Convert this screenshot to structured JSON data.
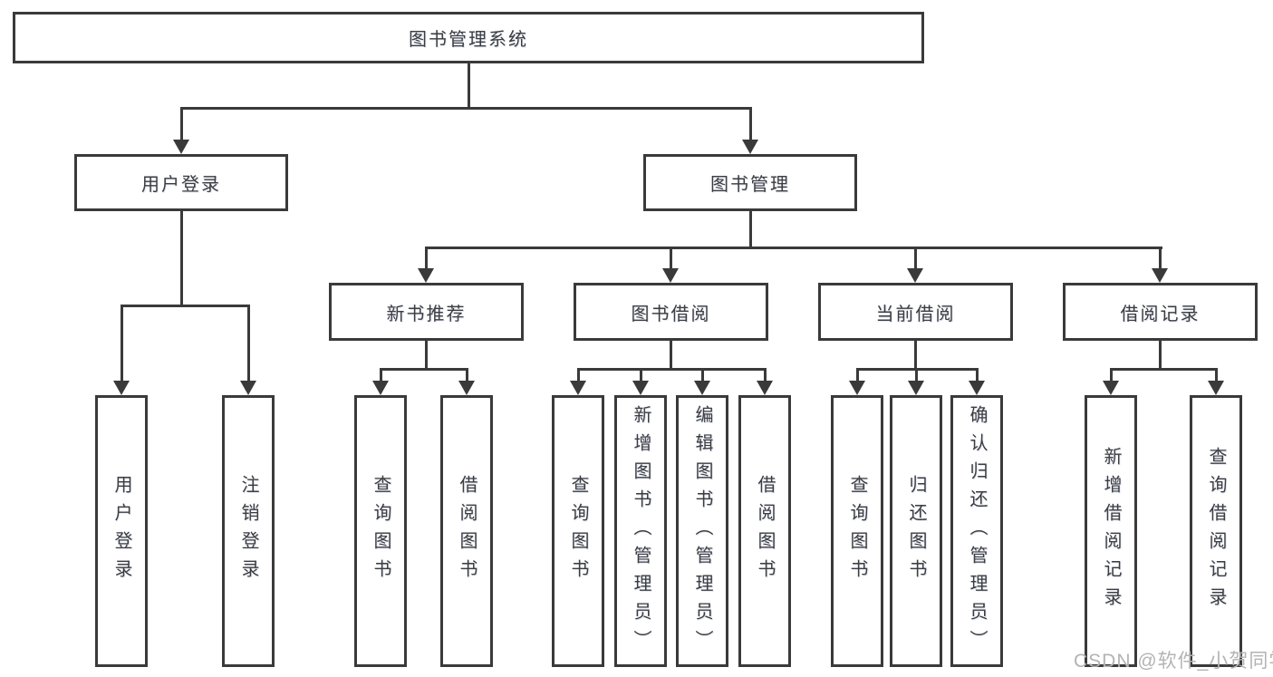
{
  "diagram": {
    "root": "图书管理系统",
    "branches": {
      "user_login": {
        "label": "用户登录",
        "children": {
          "login": "用户登录",
          "logout": "注销登录"
        }
      },
      "book_mgmt": {
        "label": "图书管理",
        "sections": {
          "new_book": {
            "label": "新书推荐",
            "children": {
              "query": "查询图书",
              "borrow": "借阅图书"
            }
          },
          "borrow": {
            "label": "图书借阅",
            "children": {
              "query": "查询图书",
              "add": "新增图书（管理员）",
              "edit": "编辑图书（管理员）",
              "borrow": "借阅图书"
            }
          },
          "current": {
            "label": "当前借阅",
            "children": {
              "query": "查询图书",
              "return": "归还图书",
              "confirm": "确认归还（管理员）"
            }
          },
          "records": {
            "label": "借阅记录",
            "children": {
              "add": "新增借阅记录",
              "query": "查询借阅记录"
            }
          }
        }
      }
    }
  },
  "watermark": "CSDN @软件_小贺同学",
  "colors": {
    "line": "#3a3a3a",
    "text": "#3d3d3d",
    "background": "#ffffff",
    "watermark": "#b3b3b3"
  }
}
